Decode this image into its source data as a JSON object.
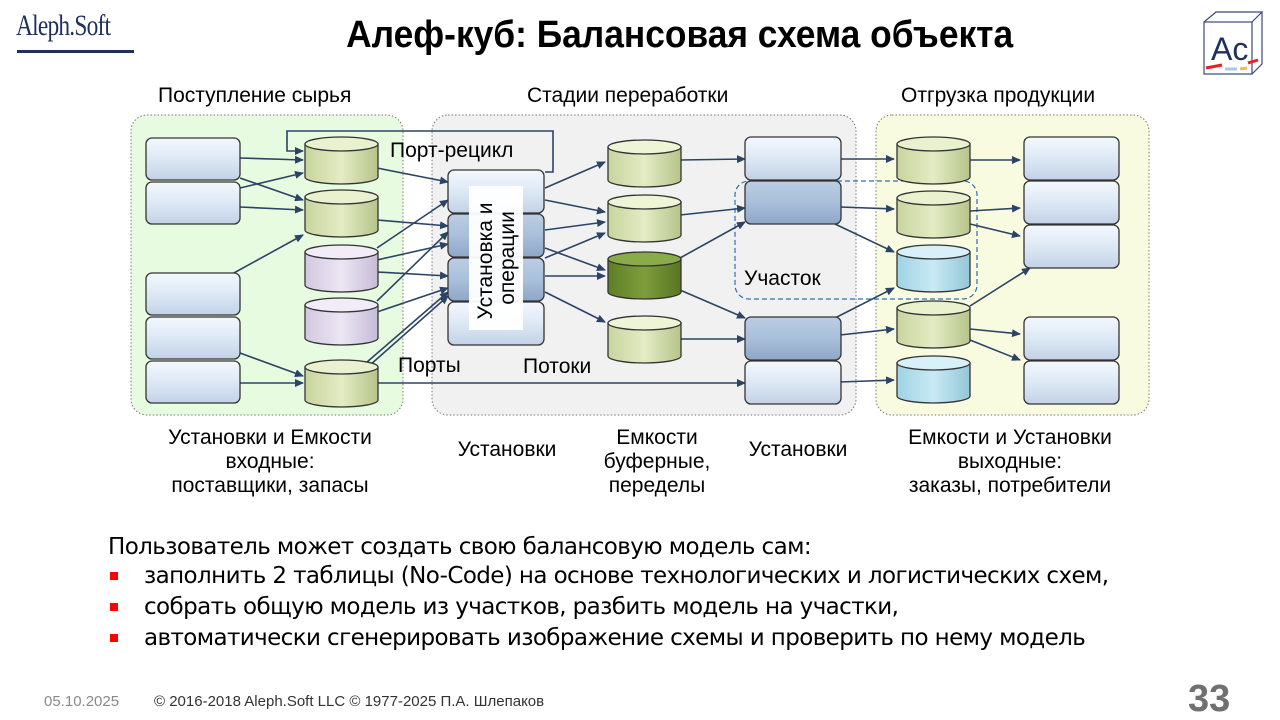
{
  "header": {
    "brand_logo_text": "Aleph.Soft",
    "title": "Алеф-куб: Балансовая схема объекта",
    "cube_logo_letters": "Ac"
  },
  "diagram": {
    "sections": [
      {
        "id": "input",
        "label": "Поступление сырья",
        "fill": "#e6fbe0"
      },
      {
        "id": "processing",
        "label": "Стадии переработки",
        "fill": "#f1f1f1"
      },
      {
        "id": "output",
        "label": "Отгрузка продукции",
        "fill": "#f8fbe0"
      }
    ],
    "annotations": {
      "recycle_port": "Порт-рецикл",
      "unit_operations": "Установка и операции",
      "ports": "Порты",
      "flows": "Потоки",
      "area": "Участок"
    },
    "colors": {
      "unit_light": "#dde8f5",
      "unit_dark": "#a9bfdb",
      "tank_green_light": "#e0eac0",
      "tank_green_dark": "#7a9a3a",
      "tank_purple": "#e5dff0",
      "tank_cyan": "#c3e6f2",
      "arrow": "#2b4466",
      "area_dash": "#2e6fb0"
    },
    "captions": [
      {
        "id": "inputs",
        "lines": [
          "Установки и Емкости",
          "входные:",
          "поставщики, запасы"
        ]
      },
      {
        "id": "units-1",
        "lines": [
          "Установки"
        ]
      },
      {
        "id": "buffers",
        "lines": [
          "Емкости",
          "буферные,",
          "переделы"
        ]
      },
      {
        "id": "units-2",
        "lines": [
          "Установки"
        ]
      },
      {
        "id": "outputs",
        "lines": [
          "Емкости и Установки",
          "выходные:",
          "заказы, потребители"
        ]
      }
    ]
  },
  "body": {
    "intro": "Пользователь может создать свою балансовую модель сам:",
    "bullets": [
      "заполнить 2 таблицы (No-Code) на основе технологических и логистических схем,",
      "собрать общую модель из участков, разбить модель на участки,",
      "автоматически сгенерировать изображение схемы и проверить по нему модель"
    ]
  },
  "footer": {
    "date": "05.10.2025",
    "copyright": "© 2016-2018 Aleph.Soft LLC © 1977-2025 П.А. Шлепаков",
    "page_number": "33"
  }
}
